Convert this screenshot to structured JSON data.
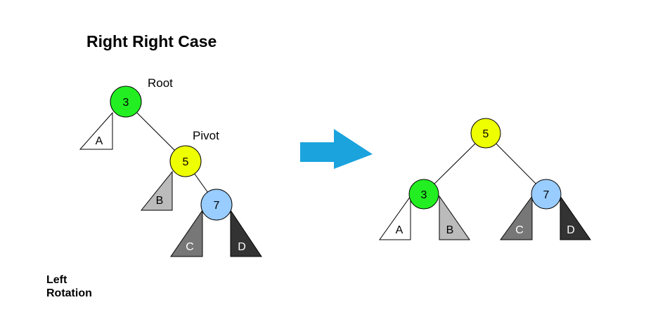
{
  "title": "Right Right Case",
  "caption": {
    "line1": "Left",
    "line2": "Rotation"
  },
  "labels": {
    "root": "Root",
    "pivot": "Pivot"
  },
  "colors": {
    "node_3": "#22ee22",
    "node_5": "#eeff00",
    "node_7": "#99ccff",
    "subtree_A": "#ffffff",
    "subtree_B": "#bbbbbb",
    "subtree_C": "#777777",
    "subtree_D": "#333333",
    "arrow": "#1aa3dd"
  },
  "before": {
    "nodes": [
      "3",
      "5",
      "7"
    ],
    "subtrees": [
      "A",
      "B",
      "C",
      "D"
    ]
  },
  "after": {
    "nodes": [
      "5",
      "3",
      "7"
    ],
    "subtrees": [
      "A",
      "B",
      "C",
      "D"
    ]
  }
}
